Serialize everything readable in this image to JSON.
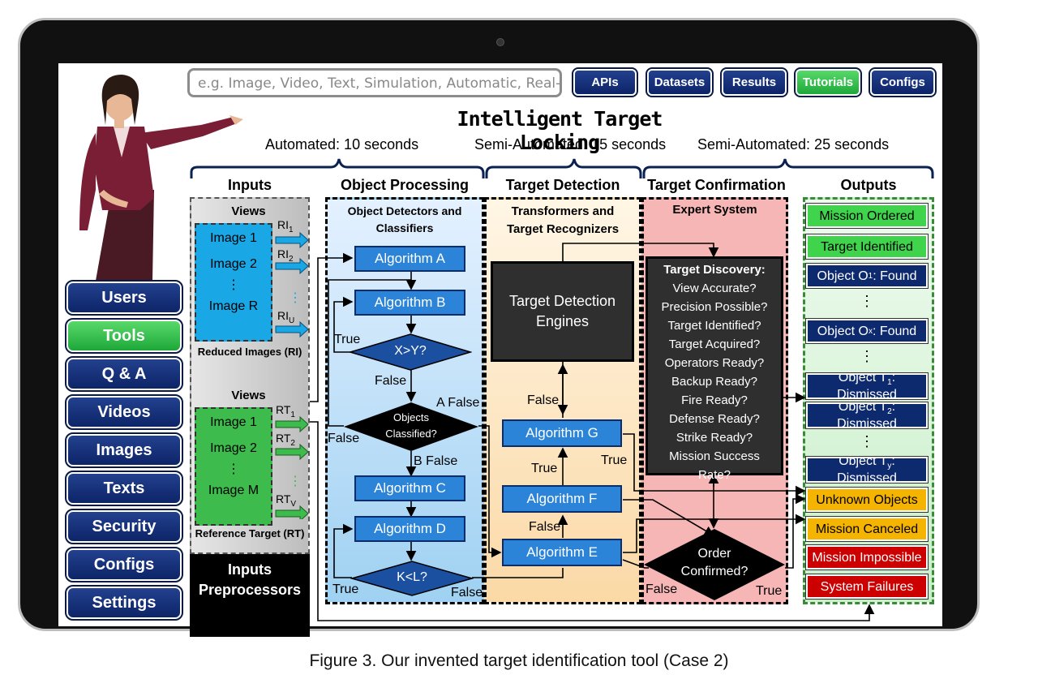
{
  "search": {
    "placeholder": "e.g. Image, Video, Text, Simulation, Automatic, Real-time,…"
  },
  "topnav": {
    "apis": "APIs",
    "datasets": "Datasets",
    "results": "Results",
    "tutorials": "Tutorials",
    "configs": "Configs"
  },
  "sidebar": {
    "items": [
      "Users",
      "Tools",
      "Q & A",
      "Videos",
      "Images",
      "Texts",
      "Security",
      "Configs",
      "Settings"
    ],
    "active": "Tools"
  },
  "title": "Intelligent Target Locking",
  "timings": {
    "automated": "Automated: 10 seconds",
    "semi1": "Semi-Automated: 15 seconds",
    "semi2": "Semi-Automated: 25 seconds"
  },
  "columns": {
    "inputs": "Inputs",
    "object_processing": "Object Processing",
    "target_detection": "Target Detection",
    "target_confirmation": "Target Confirmation",
    "outputs": "Outputs"
  },
  "inputs": {
    "views1": "Views",
    "reduced": [
      "Image 1",
      "Image 2",
      "⋮",
      "Image R"
    ],
    "reduced_label": "Reduced Images (RI)",
    "ri_labels": {
      "ri1": "RI",
      "ri1_sub": "1",
      "ri2": "RI",
      "ri2_sub": "2",
      "riu": "RI",
      "riu_sub": "U"
    },
    "views2": "Views",
    "reference": [
      "Image 1",
      "Image 2",
      "⋮",
      "Image M"
    ],
    "reference_label": "Reference Target (RT)",
    "rt_labels": {
      "rt1": "RT",
      "rt1_sub": "1",
      "rt2": "RT",
      "rt2_sub": "2",
      "rtv": "RT",
      "rtv_sub": "V"
    },
    "preproc_line1": "Inputs",
    "preproc_line2": "Preprocessors"
  },
  "object_processing": {
    "subtitle_line1": "Object Detectors and",
    "subtitle_line2": "Classifiers",
    "alg_a": "Algorithm A",
    "alg_b": "Algorithm B",
    "cond_xy": "X>Y?",
    "classified_line1": "Objects",
    "classified_line2": "Classified?",
    "alg_c": "Algorithm C",
    "alg_d": "Algorithm D",
    "cond_kl": "K<L?",
    "true1": "True",
    "false1": "False",
    "a_false": "A False",
    "false_left": "False",
    "b_false": "B False",
    "true2": "True",
    "false2": "False"
  },
  "target_detection": {
    "subtitle_line1": "Transformers and",
    "subtitle_line2": "Target Recognizers",
    "engines_line1": "Target Detection",
    "engines_line2": "Engines",
    "alg_g": "Algorithm G",
    "alg_f": "Algorithm F",
    "alg_e": "Algorithm E",
    "false_g": "False",
    "true_g": "True",
    "true_gf": "True",
    "false_fe": "False"
  },
  "target_confirmation": {
    "subtitle": "Expert System",
    "discovery_title": "Target Discovery:",
    "questions": [
      "View Accurate?",
      "Precision Possible?",
      "Target Identified?",
      "Target Acquired?",
      "Operators Ready?",
      "Backup Ready?",
      "Fire Ready?",
      "Defense Ready?",
      "Strike Ready?",
      "Mission Success",
      "Rate?"
    ],
    "order_line1": "Order",
    "order_line2": "Confirmed?",
    "false": "False",
    "true": "True"
  },
  "outputs": {
    "mission_ordered": "Mission Ordered",
    "target_identified": "Target Identified",
    "obj_o1": "Object O",
    "obj_o1_sub": "1",
    "obj_o1_tail": ": Found",
    "obj_ox": "Object O",
    "obj_ox_sub": "x",
    "obj_ox_tail": ": Found",
    "obj_t1": "Object T",
    "obj_t1_sub": "1",
    "obj_t1_tail": ":",
    "obj_t1_line2": "Dismissed",
    "obj_t2": "Object T",
    "obj_t2_sub": "2",
    "obj_t2_tail": ":",
    "obj_t2_line2": "Dismissed",
    "obj_ty": "Object T",
    "obj_ty_sub": "y",
    "obj_ty_tail": ":",
    "obj_ty_line2": "Dismissed",
    "unknown": "Unknown Objects",
    "canceled": "Mission Canceled",
    "impossible": "Mission Impossible",
    "failures": "System Failures",
    "dots": "⋮"
  },
  "caption": "Figure 3. Our invented target identification tool (Case 2)",
  "colors": {
    "navy": "#0d2467",
    "green": "#1ea83a",
    "blue_box": "#2b84d8",
    "amber": "#f5b400",
    "red": "#cc0000"
  }
}
